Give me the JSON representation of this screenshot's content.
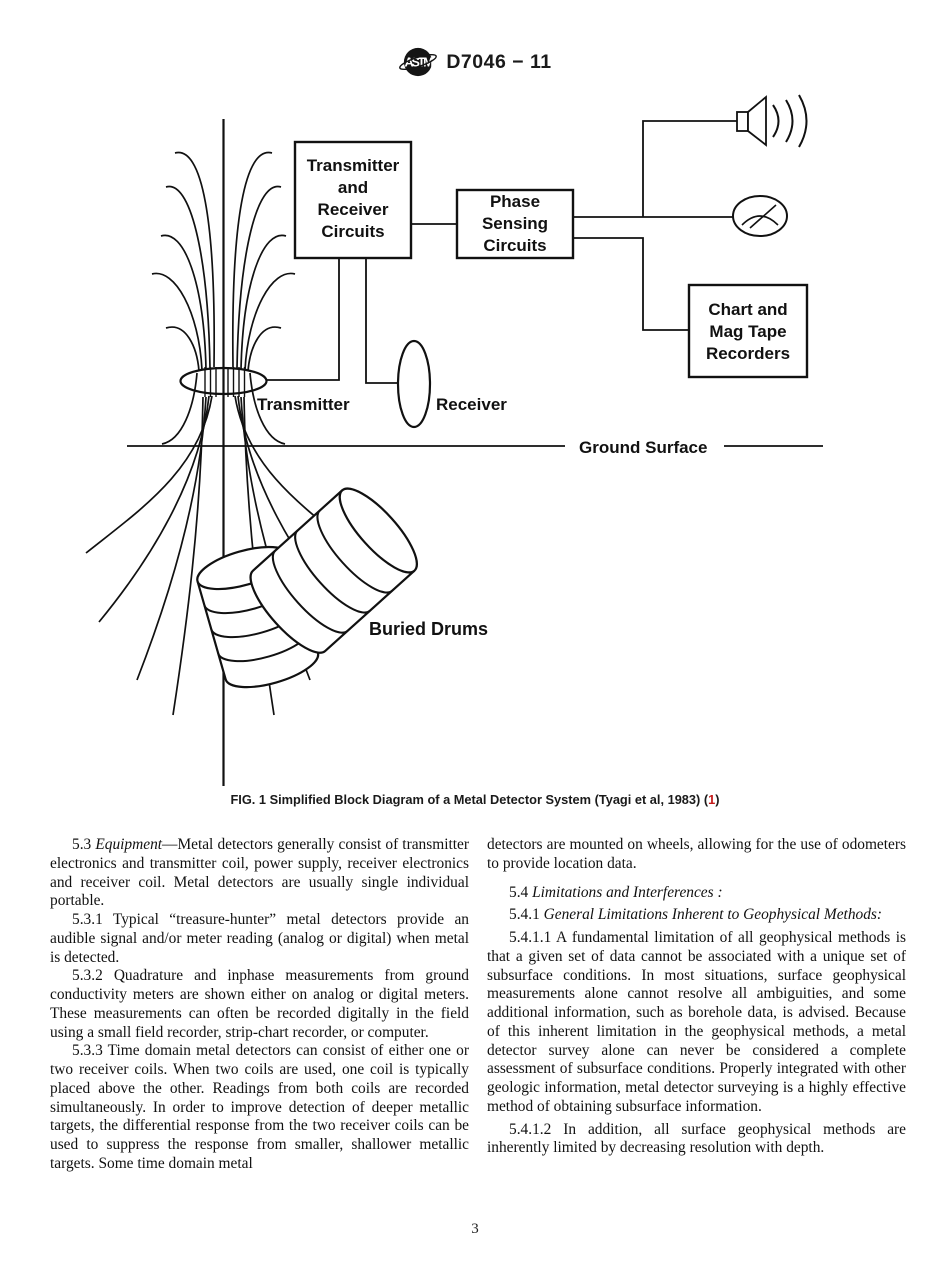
{
  "header": {
    "doc_code": "D7046 − 11",
    "logo_text": "ASTM"
  },
  "diagram": {
    "boxes": [
      {
        "lines": [
          "Transmitter",
          "and",
          "Receiver",
          "Circuits"
        ]
      },
      {
        "lines": [
          "Phase",
          "Sensing",
          "Circuits"
        ]
      },
      {
        "lines": [
          "Chart and",
          "Mag Tape",
          "Recorders"
        ]
      }
    ],
    "labels": {
      "transmitter": "Transmitter",
      "receiver": "Receiver",
      "ground_surface": "Ground Surface",
      "buried_drums": "Buried Drums"
    }
  },
  "caption": {
    "prefix": "FIG. 1 Simplified Block Diagram of a Metal Detector System (Tyagi et al, 1983) (",
    "ref": "1",
    "suffix": ")",
    "ref_color": "#c41a1a"
  },
  "body": {
    "left_column": [
      {
        "indent": true,
        "space_before": 0,
        "segments": [
          {
            "t": "5.3 "
          },
          {
            "t": "Equipment",
            "i": true
          },
          {
            "t": "—Metal detectors generally consist of transmitter electronics and transmitter coil, power supply, receiver electronics and receiver coil. Metal detectors are usually single individual portable."
          }
        ]
      },
      {
        "indent": true,
        "space_before": 0,
        "segments": [
          {
            "t": "5.3.1 Typical “treasure-hunter” metal detectors provide an audible signal and/or meter reading (analog or digital) when metal is detected."
          }
        ]
      },
      {
        "indent": true,
        "space_before": 0,
        "segments": [
          {
            "t": "5.3.2 Quadrature and inphase measurements from ground conductivity meters are shown either on analog or digital meters. These measurements can often be recorded digitally in the field using a small field recorder, strip-chart recorder, or computer."
          }
        ]
      },
      {
        "indent": true,
        "space_before": 0,
        "segments": [
          {
            "t": "5.3.3 Time domain metal detectors can consist of either one or two receiver coils. When two coils are used, one coil is typically placed above the other. Readings from both coils are recorded simultaneously. In order to improve detection of deeper metallic targets, the differential response from the two receiver coils can be used to suppress the response from smaller, shallower metallic targets. Some time domain metal"
          }
        ]
      }
    ],
    "right_column": [
      {
        "indent": false,
        "space_before": 0,
        "segments": [
          {
            "t": "detectors are mounted on wheels, allowing for the use of odometers to provide location data."
          }
        ]
      },
      {
        "indent": true,
        "space_before": 10,
        "segments": [
          {
            "t": "5.4 "
          },
          {
            "t": "Limitations and Interferences :",
            "i": true
          }
        ]
      },
      {
        "indent": true,
        "space_before": 4,
        "segments": [
          {
            "t": "5.4.1 "
          },
          {
            "t": "General Limitations Inherent to Geophysical Methods:",
            "i": true
          }
        ]
      },
      {
        "indent": true,
        "space_before": 4,
        "segments": [
          {
            "t": "5.4.1.1 A fundamental limitation of all geophysical methods is that a given set of data cannot be associated with a unique set of subsurface conditions. In most situations, surface geophysical measurements alone cannot resolve all ambiguities, and some additional information, such as borehole data, is advised. Because of this inherent limitation in the geophysical methods, a metal detector survey alone can never be considered a complete assessment of subsurface conditions. Properly integrated with other geologic information, metal detector surveying is a highly effective method of obtaining subsurface information."
          }
        ]
      },
      {
        "indent": true,
        "space_before": 4,
        "segments": [
          {
            "t": "5.4.1.2 In addition, all surface geophysical methods are inherently limited by decreasing resolution with depth."
          }
        ]
      }
    ]
  },
  "footer": {
    "page_number": "3"
  }
}
